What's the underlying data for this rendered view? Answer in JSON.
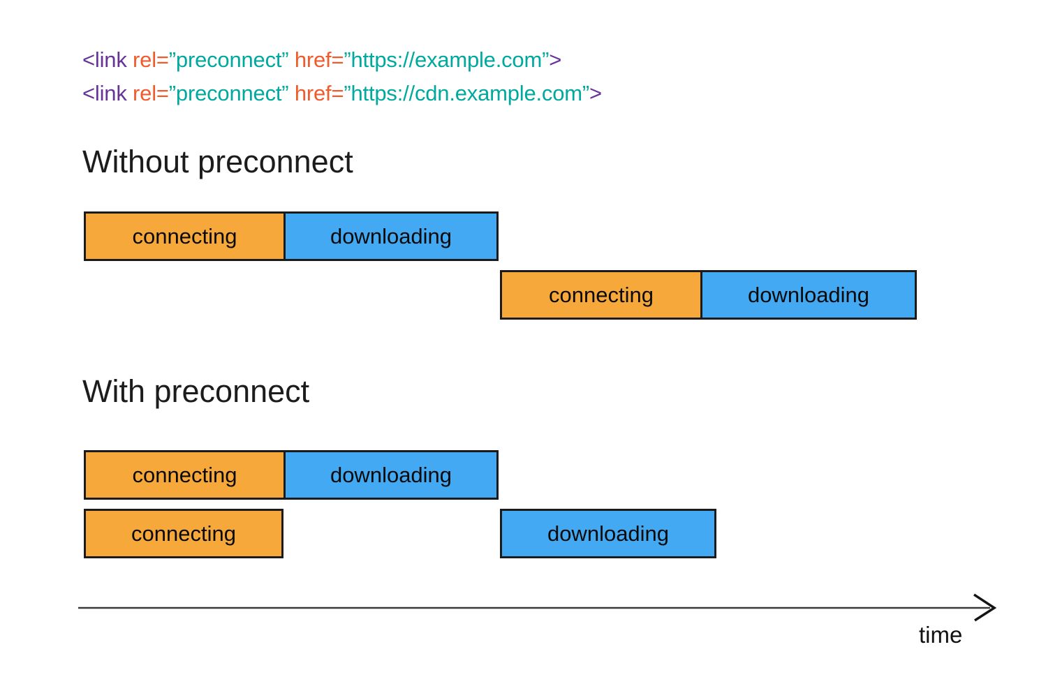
{
  "colors": {
    "background": "#FFFFFF",
    "connecting_fill": "#F6A83B",
    "downloading_fill": "#42A9F2",
    "bar_border": "#1B1B1B",
    "code_tag_purple": "#663399",
    "code_attr_orange": "#EF5B2D",
    "code_string_teal": "#00A99D",
    "heading_text": "#1C1C1C",
    "axis_line": "#3A3A3A"
  },
  "code": {
    "lines": [
      {
        "tag_open": "<link",
        "rel_attr": " rel=",
        "rel_value": "”preconnect”",
        "href_attr": " href=",
        "href_value": "”https://example.com”",
        "tag_close": ">"
      },
      {
        "tag_open": "<link",
        "rel_attr": " rel=",
        "rel_value": "”preconnect”",
        "href_attr": " href=",
        "href_value": "”https://cdn.example.com”",
        "tag_close": ">"
      }
    ]
  },
  "sections": {
    "without": {
      "heading": "Without preconnect",
      "rows": [
        {
          "segments": [
            {
              "label": "connecting"
            },
            {
              "label": "downloading"
            }
          ]
        },
        {
          "segments": [
            {
              "label": "connecting"
            },
            {
              "label": "downloading"
            }
          ]
        }
      ]
    },
    "with": {
      "heading": "With preconnect",
      "rows": [
        {
          "segments": [
            {
              "label": "connecting"
            },
            {
              "label": "downloading"
            }
          ]
        },
        {
          "segments": [
            {
              "label": "connecting"
            },
            {
              "label": "downloading"
            }
          ]
        }
      ]
    }
  },
  "axis": {
    "label": "time"
  }
}
